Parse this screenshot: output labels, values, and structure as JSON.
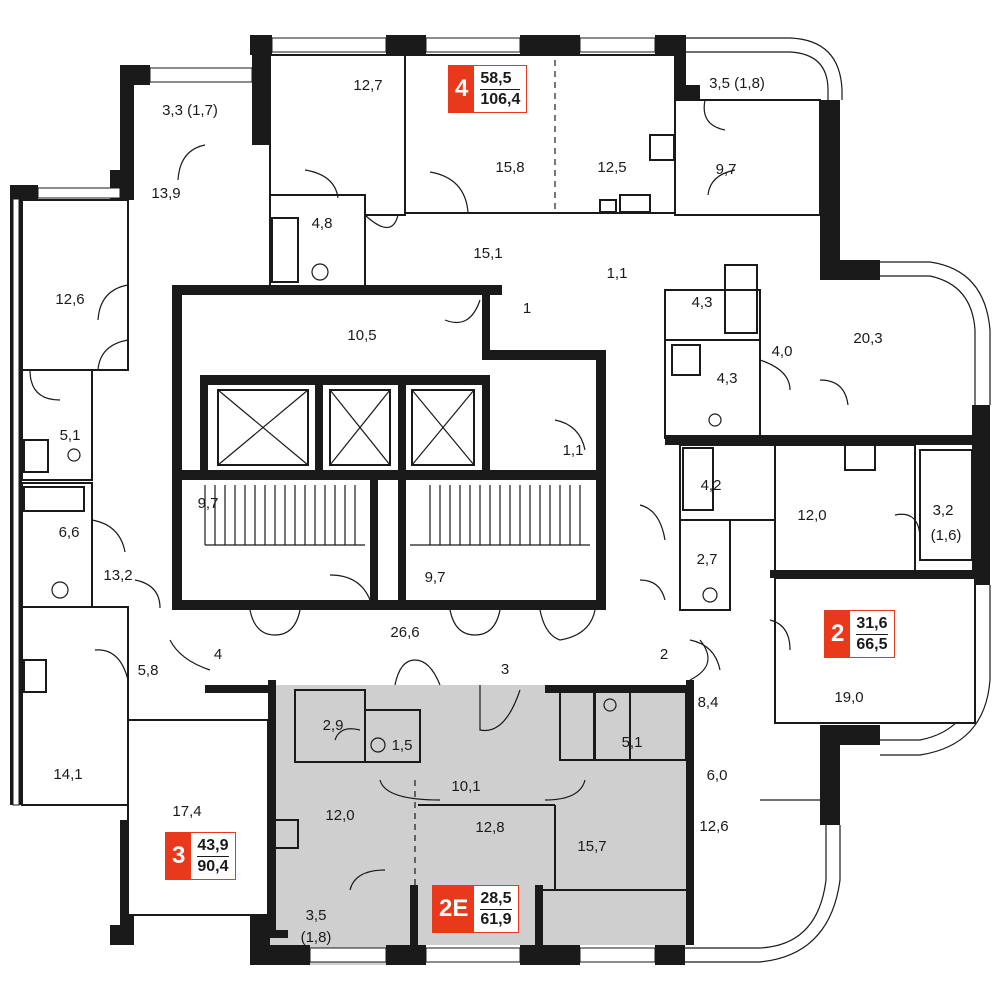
{
  "rooms": [
    {
      "id": "r1",
      "label": "12,7"
    },
    {
      "id": "r2",
      "label": "15,8"
    },
    {
      "id": "r3",
      "label": "12,5"
    },
    {
      "id": "r4",
      "label": "3,5 (1,8)"
    },
    {
      "id": "r5",
      "label": "3,3 (1,7)"
    },
    {
      "id": "r6",
      "label": "13,9"
    },
    {
      "id": "r7",
      "label": "4,8"
    },
    {
      "id": "r8",
      "label": "9,7"
    },
    {
      "id": "r9",
      "label": "15,1"
    },
    {
      "id": "r10",
      "label": "1,1"
    },
    {
      "id": "r11",
      "label": "12,6"
    },
    {
      "id": "r12",
      "label": "1"
    },
    {
      "id": "r13",
      "label": "4,3"
    },
    {
      "id": "r14",
      "label": "10,5"
    },
    {
      "id": "r15",
      "label": "20,3"
    },
    {
      "id": "r16",
      "label": "4,0"
    },
    {
      "id": "r17",
      "label": "4,3"
    },
    {
      "id": "r18",
      "label": "5,1"
    },
    {
      "id": "r19",
      "label": "1,1"
    },
    {
      "id": "r20",
      "label": "4,2"
    },
    {
      "id": "r21",
      "label": "12,0"
    },
    {
      "id": "r22",
      "label": "3,2"
    },
    {
      "id": "r23",
      "label": "(1,6)"
    },
    {
      "id": "r24",
      "label": "9,7"
    },
    {
      "id": "r25",
      "label": "6,6"
    },
    {
      "id": "r26",
      "label": "2,7"
    },
    {
      "id": "r27",
      "label": "13,2"
    },
    {
      "id": "r28",
      "label": "9,7"
    },
    {
      "id": "r29",
      "label": "26,6"
    },
    {
      "id": "r30",
      "label": "4"
    },
    {
      "id": "r31",
      "label": "3"
    },
    {
      "id": "r32",
      "label": "2"
    },
    {
      "id": "r33",
      "label": "5,8"
    },
    {
      "id": "r34",
      "label": "8,4"
    },
    {
      "id": "r35",
      "label": "19,0"
    },
    {
      "id": "r36",
      "label": "2,9"
    },
    {
      "id": "r37",
      "label": "1,5"
    },
    {
      "id": "r38",
      "label": "5,1"
    },
    {
      "id": "r39",
      "label": "14,1"
    },
    {
      "id": "r40",
      "label": "10,1"
    },
    {
      "id": "r41",
      "label": "6,0"
    },
    {
      "id": "r42",
      "label": "17,4"
    },
    {
      "id": "r43",
      "label": "12,0"
    },
    {
      "id": "r44",
      "label": "12,8"
    },
    {
      "id": "r45",
      "label": "12,6"
    },
    {
      "id": "r46",
      "label": "15,7"
    },
    {
      "id": "r47",
      "label": "3,5"
    },
    {
      "id": "r48",
      "label": "(1,8)"
    }
  ],
  "apartments": [
    {
      "number": "4",
      "living": "58,5",
      "total": "106,4"
    },
    {
      "number": "2",
      "living": "31,6",
      "total": "66,5"
    },
    {
      "number": "3",
      "living": "43,9",
      "total": "90,4"
    },
    {
      "number": "2E",
      "living": "28,5",
      "total": "61,9"
    }
  ],
  "colors": {
    "accent": "#e8391d",
    "wall": "#1a1a1a",
    "highlight": "#cfcfcf"
  }
}
